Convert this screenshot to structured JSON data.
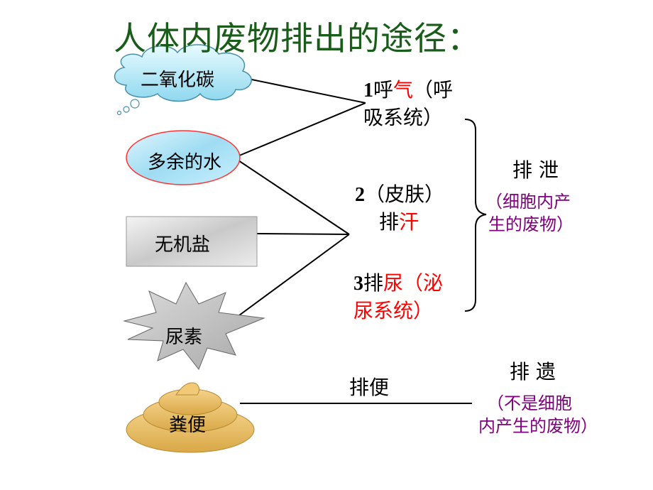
{
  "title": "人体内废物排出的途径：",
  "sources": {
    "co2": "二氧化碳",
    "water": "多余的水",
    "salt": "无机盐",
    "urea": "尿素",
    "feces": "粪便"
  },
  "routes": {
    "r1_num": "1",
    "r1_a": "呼",
    "r1_b": "气",
    "r1_c": "（呼",
    "r1_line2": "吸系统）",
    "r2_num": "2",
    "r2_line1": "（皮肤）",
    "r2_a": "排",
    "r2_b": "汗",
    "r3_num": "3",
    "r3_a": "排",
    "r3_b": "尿（泌",
    "r3_line2": "尿系统）",
    "r4": "排便"
  },
  "categories": {
    "excretion": "排 泄",
    "excretion_note_l1": "（细胞内产",
    "excretion_note_l2": "生的废物）",
    "egestion": "排 遗",
    "egestion_note_l1": "（不是细胞",
    "egestion_note_l2": "内产生的废物）"
  },
  "colors": {
    "title": "#1a5c1a",
    "highlight": "#ff0000",
    "note": "#800080",
    "water_border": "#ff3333"
  }
}
